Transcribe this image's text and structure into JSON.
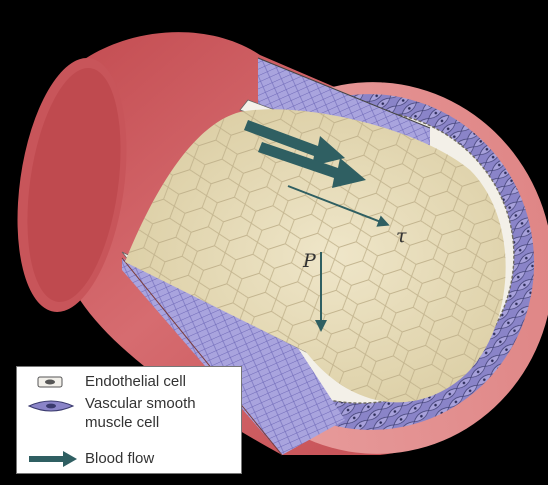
{
  "diagram": {
    "labels": {
      "tau": "τ",
      "pressure": "P"
    }
  },
  "legend": {
    "endothelial": "Endothelial cell",
    "smooth_muscle_line1": "Vascular smooth",
    "smooth_muscle_line2": "muscle cell",
    "blood_flow": "Blood flow"
  },
  "colors": {
    "background": "#000000",
    "adventitia": "#d06b6b",
    "adventitia_light": "#e89797",
    "smooth_muscle": "#8a84c8",
    "smooth_muscle_nucleus": "#3a3a6e",
    "endothelium": "#f1efe8",
    "lumen": "#e6dcbc",
    "flow_arrow": "#2f5f62"
  },
  "icons": [
    "endothelial-cell-icon",
    "smooth-muscle-cell-icon",
    "blood-flow-arrow-icon",
    "shear-stress-arrow-icon",
    "pressure-arrow-icon"
  ]
}
